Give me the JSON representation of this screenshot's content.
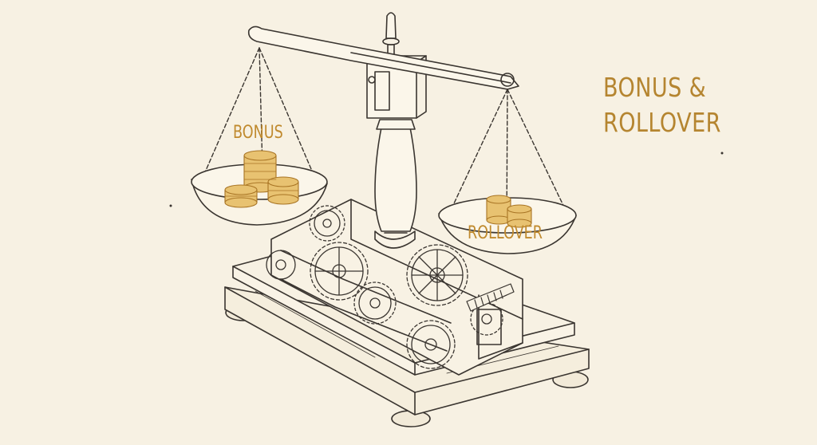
{
  "illustration": {
    "subject": "balance-scale-with-gears",
    "left_pan_label": "BONUS",
    "right_pan_label": "ROLLOVER",
    "colors": {
      "background": "#f7f1e3",
      "ink": "#3a3530",
      "gold": "#c08a2e",
      "gold_light": "#e8c271"
    }
  },
  "heading": {
    "line1": "BONUS &",
    "line2": "ROLLOVER"
  }
}
